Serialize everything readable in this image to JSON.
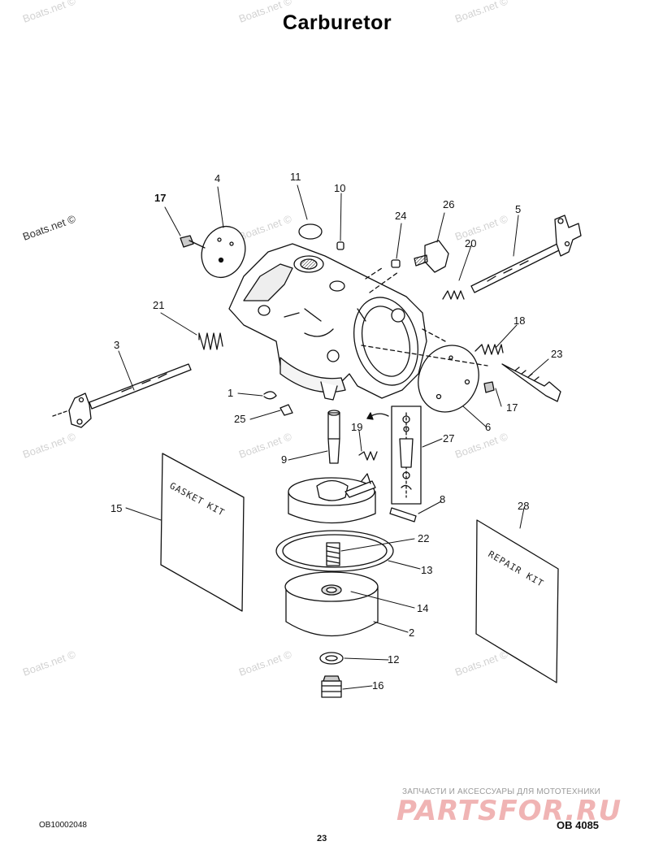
{
  "page": {
    "title": "Carburetor",
    "document_code": "OB10002048",
    "page_number": "23",
    "figure_code": "OB 4085"
  },
  "watermark": {
    "text": "Boats.net ©"
  },
  "branding": {
    "tagline": "ЗАПЧАСТИ И АКСЕССУАРЫ ДЛЯ МОТОТЕХНИКИ",
    "logo_text": "PARTSFOR.RU"
  },
  "kits": {
    "gasket_label_line1": "GASKET",
    "gasket_label_line2": "KIT",
    "repair_label_line1": "REPAIR",
    "repair_label_line2": "KIT"
  },
  "callouts": {
    "c1": "1",
    "c2": "2",
    "c3": "3",
    "c4": "4",
    "c5": "5",
    "c6": "6",
    "c8": "8",
    "c9": "9",
    "c10": "10",
    "c11": "11",
    "c12": "12",
    "c13": "13",
    "c14": "14",
    "c15": "15",
    "c16": "16",
    "c17a": "17",
    "c17b": "17",
    "c18": "18",
    "c19": "19",
    "c20": "20",
    "c21": "21",
    "c22": "22",
    "c23": "23",
    "c24": "24",
    "c25": "25",
    "c26": "26",
    "c27": "27",
    "c28": "28"
  }
}
